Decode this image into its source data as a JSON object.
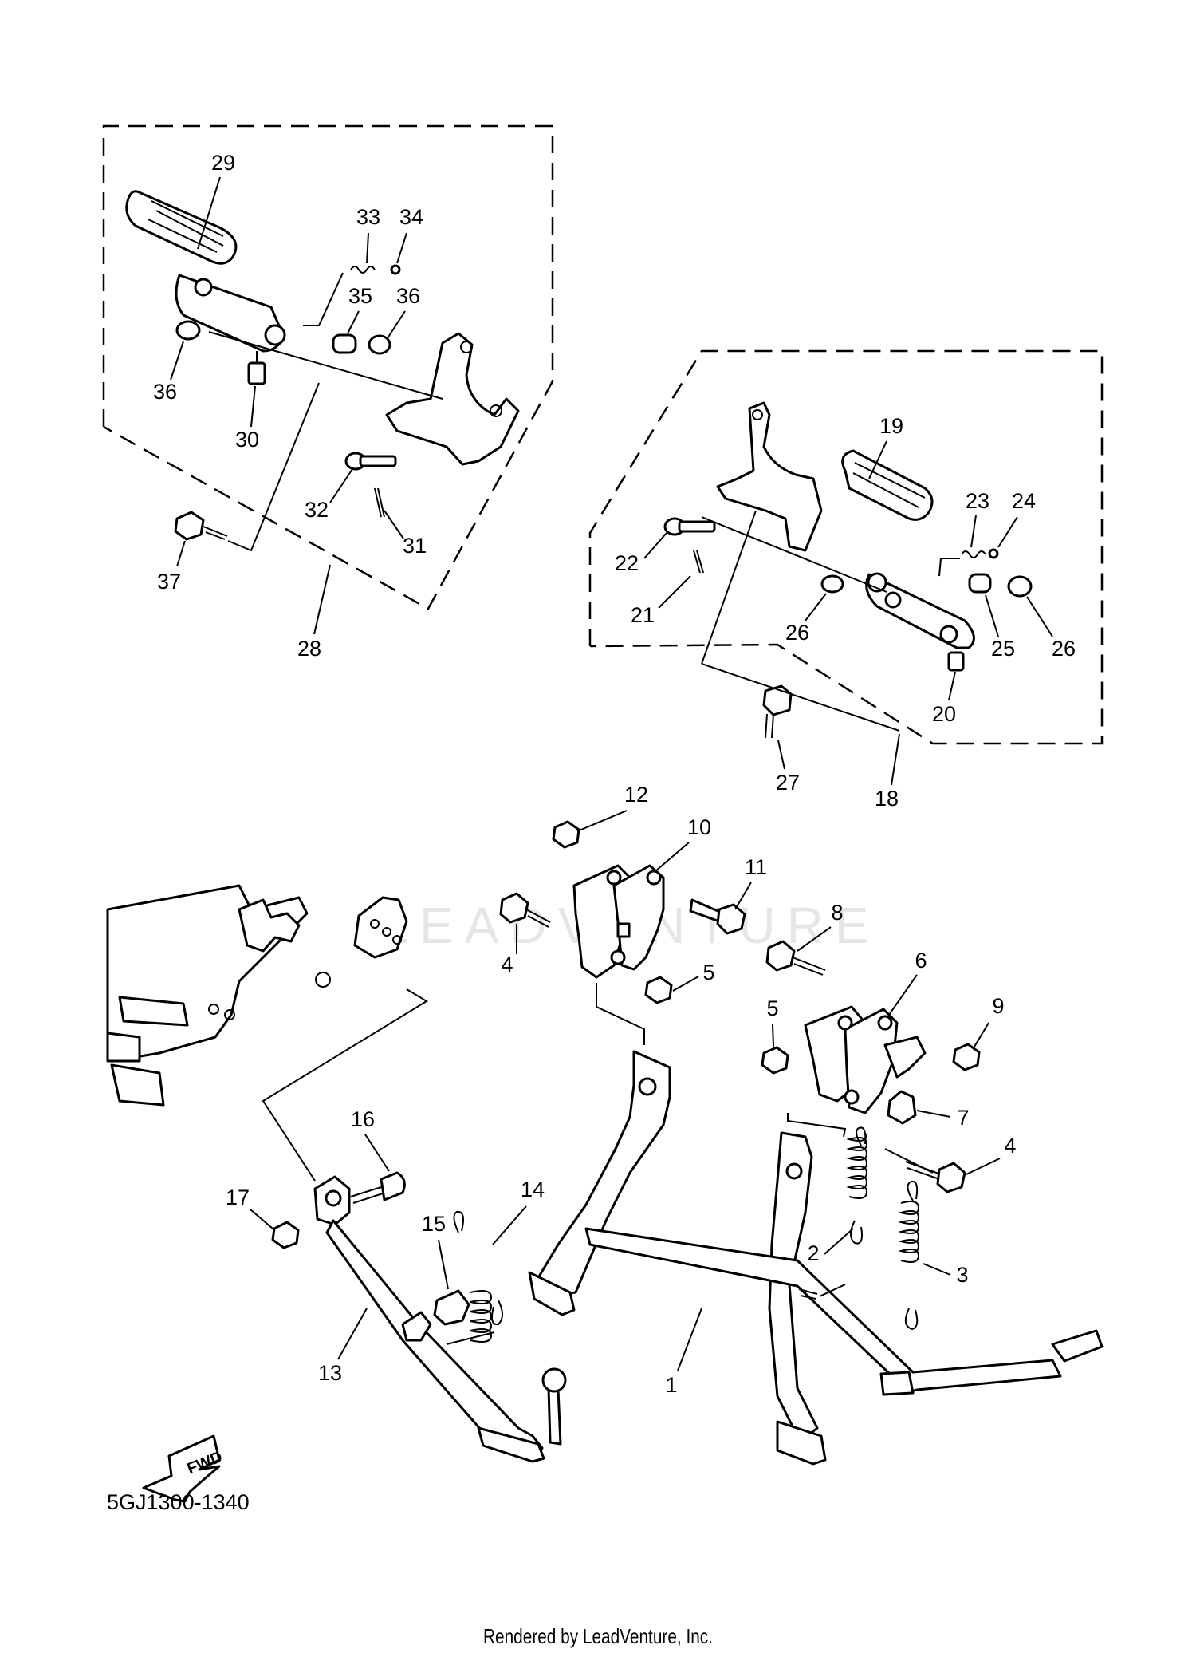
{
  "diagram_code": "5GJ1300-1340",
  "footer": "Rendered by LeadVenture, Inc.",
  "watermark": "LEADVENTURE",
  "fwd_label": "FWD",
  "callouts": {
    "c1": "1",
    "c2": "2",
    "c3": "3",
    "c4a": "4",
    "c4b": "4",
    "c5a": "5",
    "c5b": "5",
    "c6": "6",
    "c7": "7",
    "c8": "8",
    "c9": "9",
    "c10": "10",
    "c11": "11",
    "c12": "12",
    "c13": "13",
    "c14": "14",
    "c15": "15",
    "c16": "16",
    "c17": "17",
    "c18": "18",
    "c19": "19",
    "c20": "20",
    "c21": "21",
    "c22": "22",
    "c23": "23",
    "c24": "24",
    "c25": "25",
    "c26a": "26",
    "c26b": "26",
    "c27": "27",
    "c28": "28",
    "c29": "29",
    "c30": "30",
    "c31": "31",
    "c32": "32",
    "c33": "33",
    "c34": "34",
    "c35": "35",
    "c36a": "36",
    "c36b": "36",
    "c37": "37"
  }
}
